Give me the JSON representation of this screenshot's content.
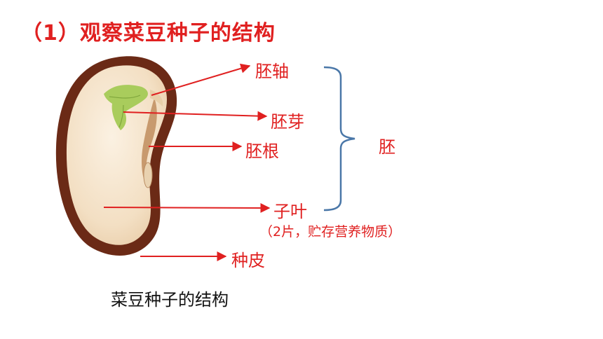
{
  "title": "（1）观察菜豆种子的结构",
  "caption": "菜豆种子的结构",
  "labels": {
    "hypocotyl": "胚轴",
    "plumule": "胚芽",
    "radicle": "胚根",
    "cotyledon": "子叶",
    "cotyledon_note": "（2片，贮存营养物质）",
    "seed_coat": "种皮",
    "embryo": "胚"
  },
  "colors": {
    "accent": "#e02020",
    "bracket": "#4a77a8",
    "seed_coat": "#6b2a16",
    "cotyledon": "#f6e6cf",
    "plumule": "#a9cc5c"
  }
}
